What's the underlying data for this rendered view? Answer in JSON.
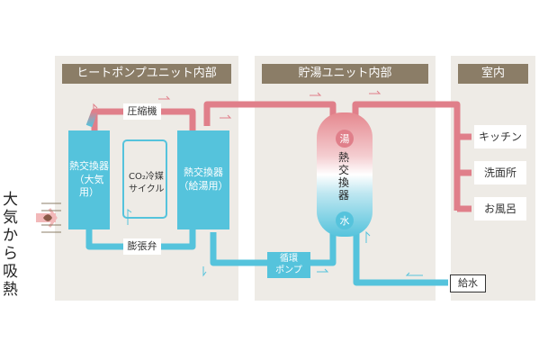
{
  "panels": {
    "heat_pump": "ヒートポンプユニット内部",
    "storage": "貯湯ユニット内部",
    "indoor": "室内"
  },
  "heat_pump_unit": {
    "exchanger_air": "熱交換器\n（大気用）",
    "exchanger_water": "熱交換器\n（給湯用）",
    "compressor": "圧縮機",
    "expansion_valve": "膨張弁",
    "refrigerant_cycle": "CO₂冷媒\nサイクル"
  },
  "storage_unit": {
    "hot_label": "湯",
    "cold_label": "水",
    "exchanger_label": "熱交換器",
    "pump": "循環\nポンプ"
  },
  "indoor": {
    "outlets": [
      "キッチン",
      "洗面所",
      "お風呂"
    ]
  },
  "supply_water": "給水",
  "air_heat": "大気から吸熱",
  "colors": {
    "hot": "#e07f8a",
    "cold": "#55c3dc",
    "panel": "#eeebe6",
    "header": "#8b7d67"
  }
}
